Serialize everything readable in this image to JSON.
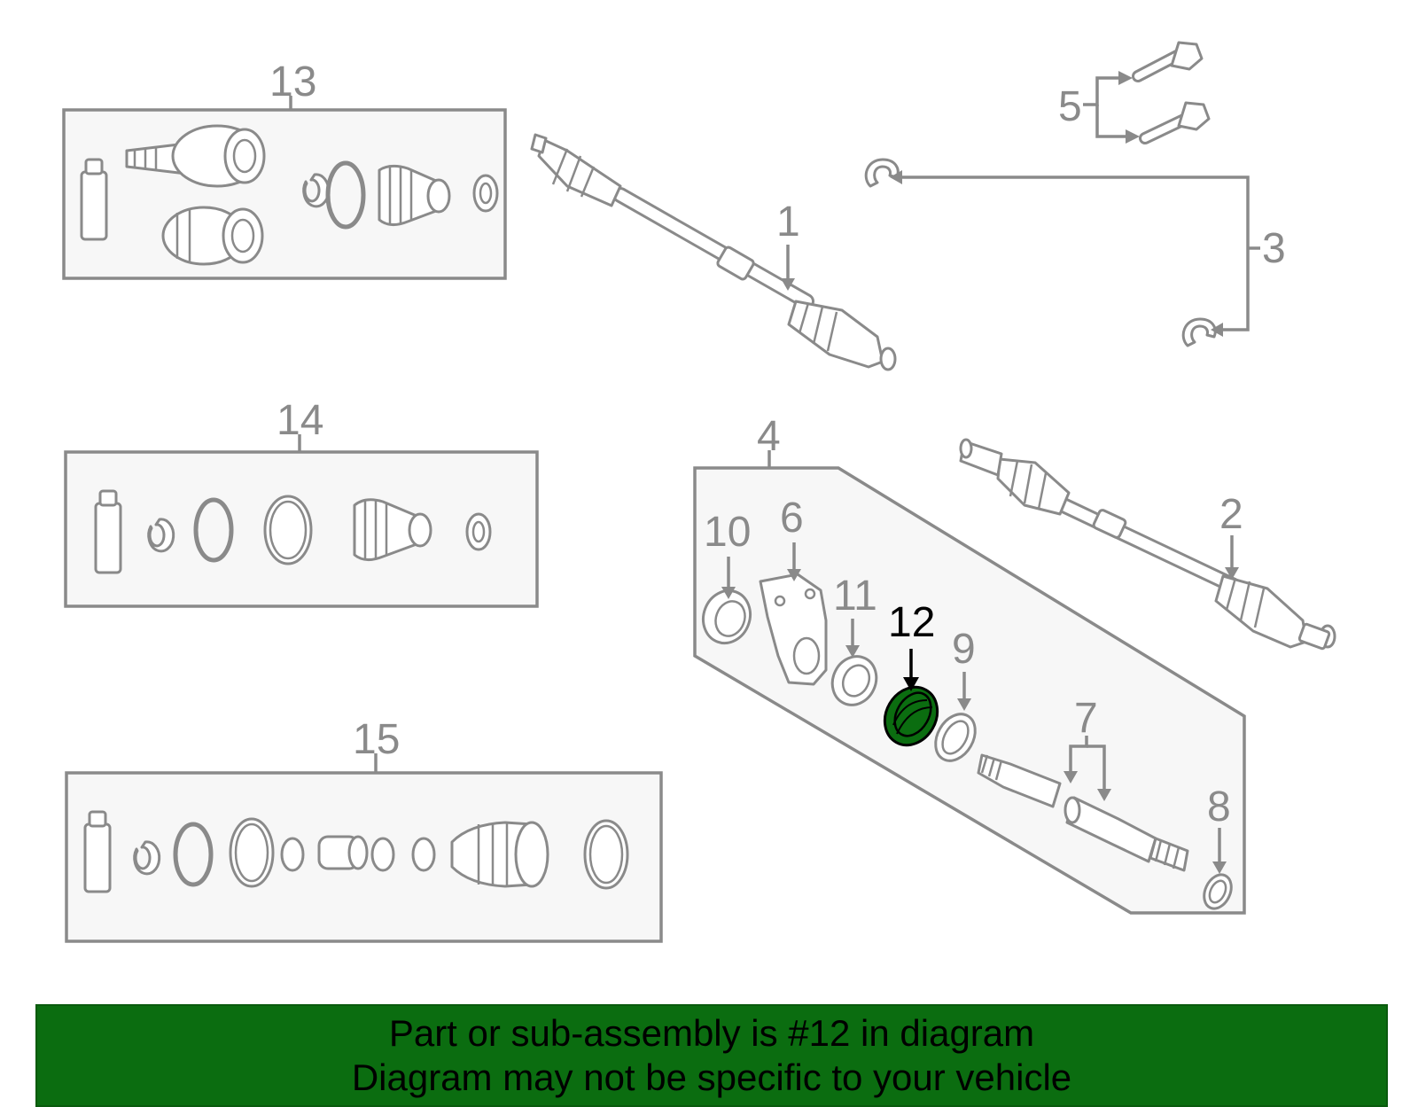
{
  "callouts": {
    "c1": "1",
    "c2": "2",
    "c3": "3",
    "c4": "4",
    "c5": "5",
    "c6": "6",
    "c7": "7",
    "c8": "8",
    "c9": "9",
    "c10": "10",
    "c11": "11",
    "c12": "12",
    "c13": "13",
    "c14": "14",
    "c15": "15"
  },
  "highlight": {
    "part": "12",
    "color": "#0b6d10"
  },
  "banner": {
    "line1": "Part or sub-assembly is #12 in diagram",
    "line2": "Diagram may not be specific to your vehicle",
    "background": "#0b6d10"
  }
}
